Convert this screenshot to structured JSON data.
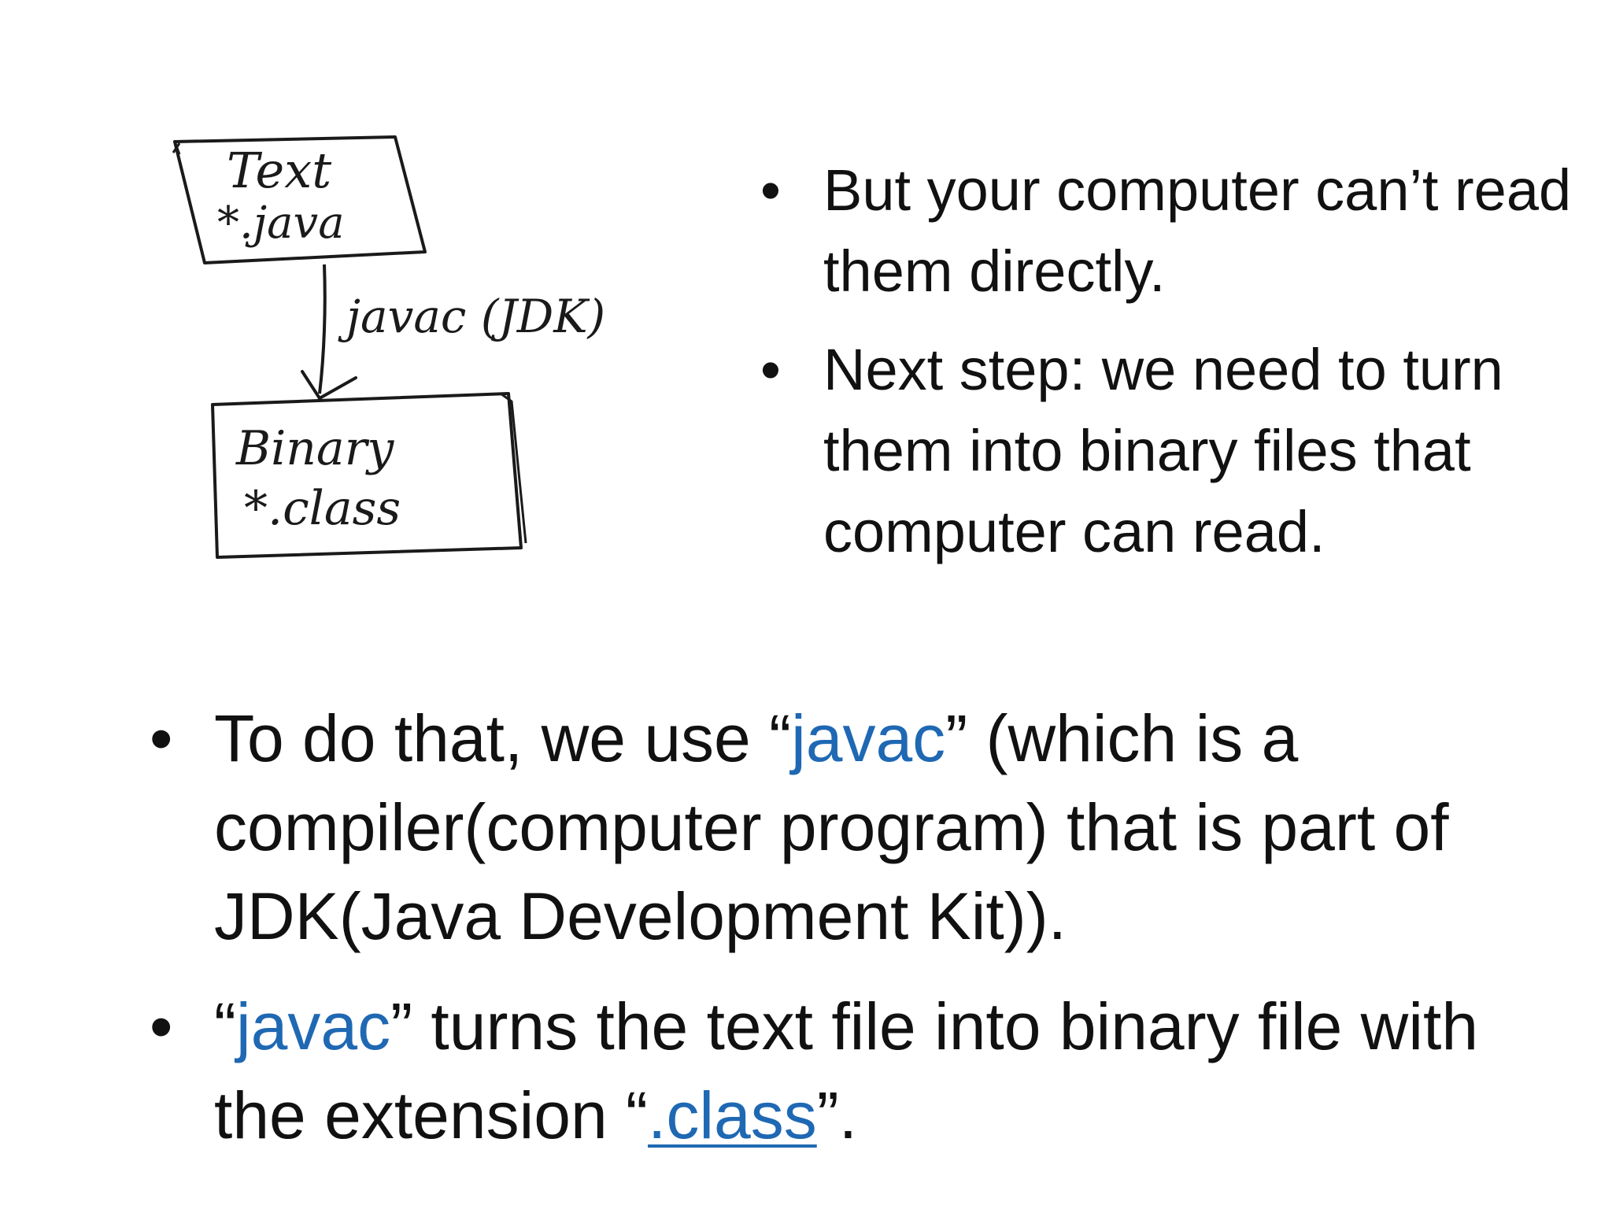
{
  "sketch": {
    "box1_line1": "Text",
    "box1_line2": "*.java",
    "arrow_label": "javac (JDK)",
    "box2_line1": "Binary",
    "box2_line2": "*.class"
  },
  "bullet_glyph": "•",
  "top_bullets": [
    {
      "text": "But your computer can’t read them directly."
    },
    {
      "text": "Next step: we need to turn them into binary files that computer can read."
    }
  ],
  "main_bullets": {
    "b1": {
      "pre": "To do that, we use “",
      "keyword": "javac",
      "post": "” (which is a compiler(computer program) that is part of JDK(Java Development Kit))."
    },
    "b2": {
      "pre": "“",
      "keyword": "javac",
      "mid": "” turns the text file into binary file with the extension “",
      "link": ".class",
      "post": "”."
    }
  },
  "colors": {
    "text": "#111111",
    "keyword": "#1f68b3",
    "background": "#ffffff"
  }
}
